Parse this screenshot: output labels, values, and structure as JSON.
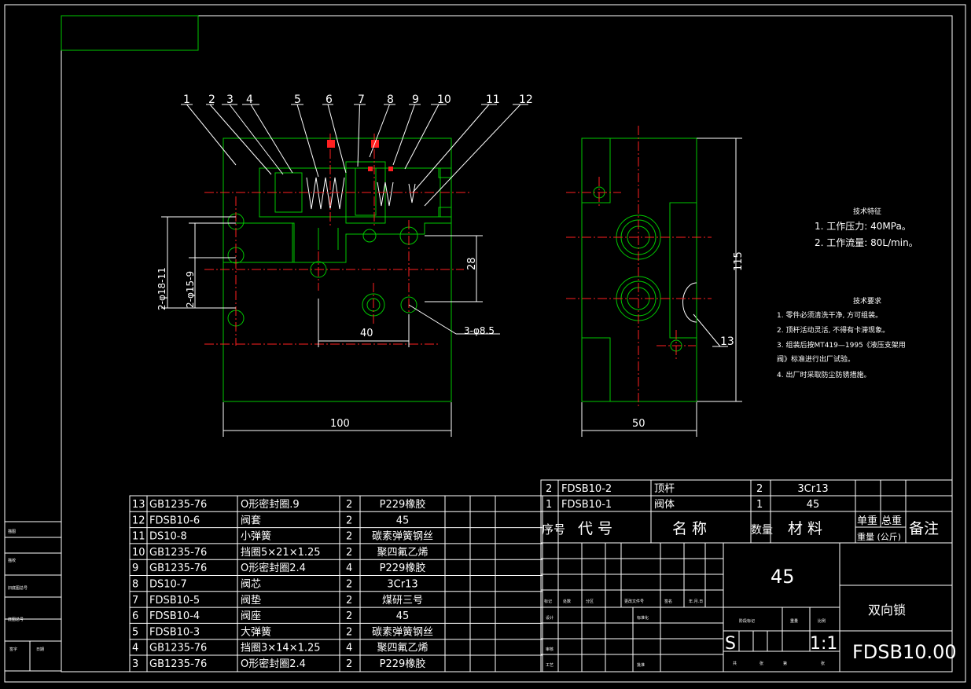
{
  "balloons": [
    "1",
    "2",
    "3",
    "4",
    "5",
    "6",
    "7",
    "8",
    "9",
    "10",
    "11",
    "12",
    "13"
  ],
  "dims": {
    "d100": "100",
    "d40": "40",
    "d28": "28",
    "d50": "50",
    "d115": "115",
    "hole3": "3-φ8.5",
    "hole2a": "2-φ18-11",
    "hole2b": "2-φ15-9"
  },
  "tech_specs": {
    "title": "技术特征",
    "items": [
      "1. 工作压力: 40MPa。",
      "2. 工作流量: 80L/min。"
    ]
  },
  "tech_reqs": {
    "title": "技术要求",
    "items": [
      "1. 零件必须清洗干净, 方可组装。",
      "2. 顶杆活动灵活, 不得有卡滞现象。",
      "3. 组装后按MT419—1995《液压支架用",
      "   阀》标准进行出厂试验。",
      "4. 出厂时采取防尘防锈措施。"
    ]
  },
  "bom_lower": [
    {
      "no": "13",
      "code": "GB1235-76",
      "name": "O形密封圈.9",
      "qty": "2",
      "mat": "P229橡胶"
    },
    {
      "no": "12",
      "code": "FDSB10-6",
      "name": "阀套",
      "qty": "2",
      "mat": "45"
    },
    {
      "no": "11",
      "code": "DS10-8",
      "name": "小弹簧",
      "qty": "2",
      "mat": "碳素弹簧钢丝"
    },
    {
      "no": "10",
      "code": "GB1235-76",
      "name": "挡圈5×21×1.25",
      "qty": "2",
      "mat": "聚四氟乙烯"
    },
    {
      "no": "9",
      "code": "GB1235-76",
      "name": "O形密封圈2.4",
      "qty": "4",
      "mat": "P229橡胶"
    },
    {
      "no": "8",
      "code": "DS10-7",
      "name": "阀芯",
      "qty": "2",
      "mat": "3Cr13"
    },
    {
      "no": "7",
      "code": "FDSB10-5",
      "name": "阀垫",
      "qty": "2",
      "mat": "煤研三号"
    },
    {
      "no": "6",
      "code": "FDSB10-4",
      "name": "阀座",
      "qty": "2",
      "mat": "45"
    },
    {
      "no": "5",
      "code": "FDSB10-3",
      "name": "大弹簧",
      "qty": "2",
      "mat": "碳素弹簧钢丝"
    },
    {
      "no": "4",
      "code": "GB1235-76",
      "name": "挡圈3×14×1.25",
      "qty": "4",
      "mat": "聚四氟乙烯"
    },
    {
      "no": "3",
      "code": "GB1235-76",
      "name": "O形密封圈2.4",
      "qty": "2",
      "mat": "P229橡胶"
    }
  ],
  "bom_upper": [
    {
      "no": "2",
      "code": "FDSB10-2",
      "name": "顶杆",
      "qty": "2",
      "mat": "3Cr13"
    },
    {
      "no": "1",
      "code": "FDSB10-1",
      "name": "阀体",
      "qty": "1",
      "mat": "45"
    }
  ],
  "bom_header": {
    "no": "序号",
    "code": "代  号",
    "name": "名  称",
    "qty": "数量",
    "mat": "材  料",
    "unit": "单重",
    "total": "总重",
    "weight": "重量 (公斤)",
    "remark": "备注"
  },
  "title_block": {
    "material": "45",
    "drawing_name": "双向锁",
    "scale": "1:1",
    "sheet_letter": "S",
    "drawing_no": "FDSB10.00",
    "small_labels": [
      "标记",
      "处数",
      "分区",
      "更改文件号",
      "签名",
      "年.月.日",
      "设计",
      "标准化",
      "审核",
      "工艺",
      "批准",
      "阶段标记",
      "重量",
      "比例",
      "共",
      "张",
      "第",
      "张"
    ]
  },
  "left_strip": [
    "描图",
    "描校",
    "旧底图总号",
    "底图总号",
    "签字",
    "日期"
  ]
}
